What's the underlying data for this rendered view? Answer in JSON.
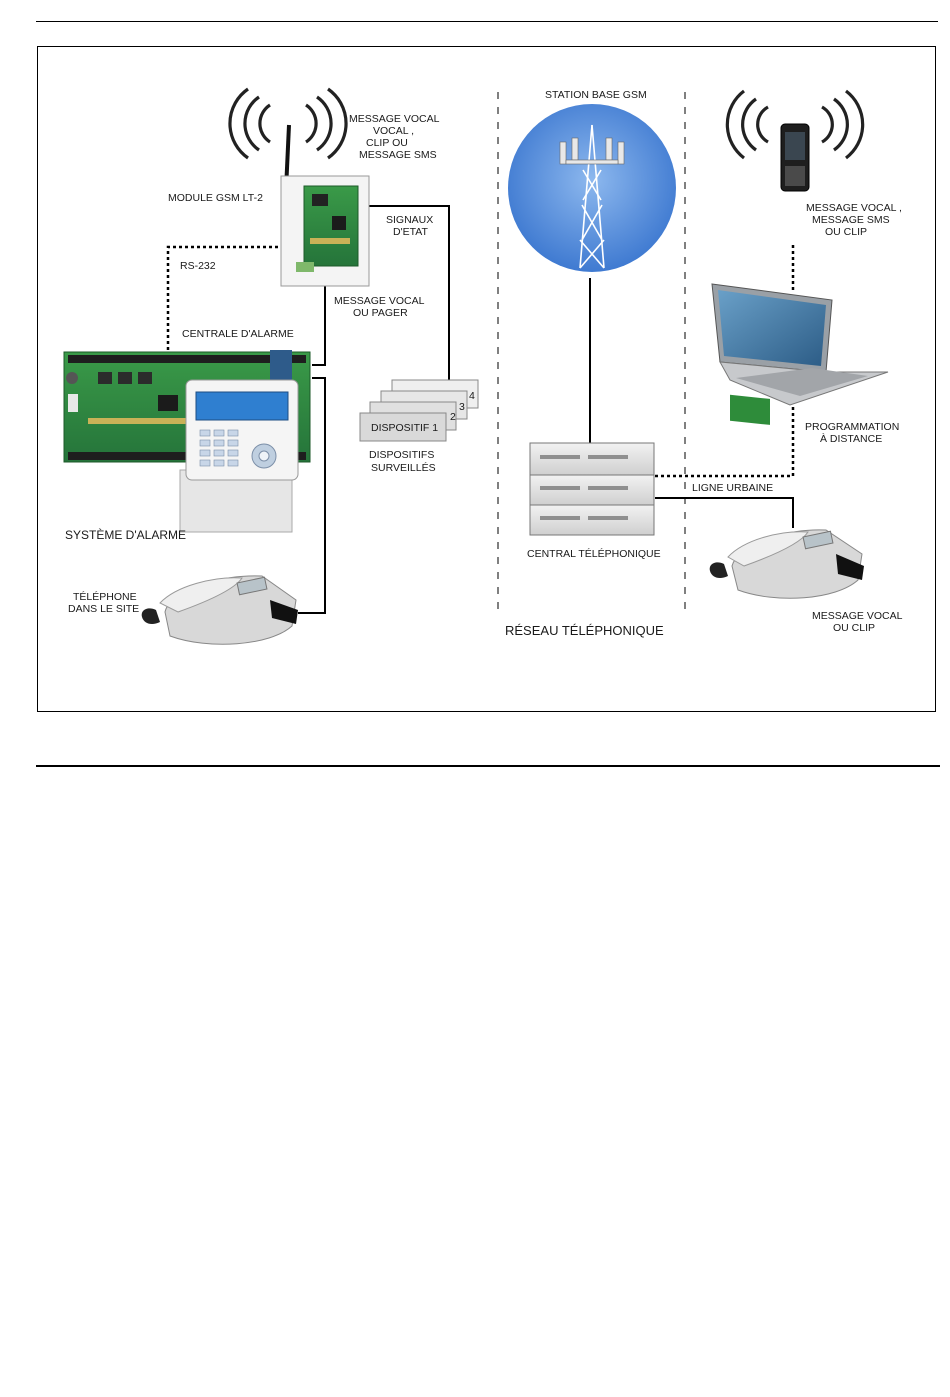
{
  "labels": {
    "msg_vocal_top_1": "MESSAGE VOCAL",
    "msg_vocal_top_2": "VOCAL ,",
    "msg_vocal_top_3": "CLIP   OU",
    "msg_vocal_top_4": "MESSAGE SMS",
    "module_gsm": "MODULE GSM LT-2",
    "signaux_1": "SIGNAUX",
    "signaux_2": "D'ETAT",
    "rs232": "RS-232",
    "msg_pager_1": "MESSAGE VOCAL",
    "msg_pager_2": "OU PAGER",
    "centrale": "CENTRALE D'ALARME",
    "dispositif_1": "DISPOSITIF 1",
    "disp_num_2": "2",
    "disp_num_3": "3",
    "disp_num_4": "4",
    "dispositifs_1": "DISPOSITIFS",
    "dispositifs_2": "SURVEILLÉS",
    "systeme": "SYSTÈME D'ALARME",
    "telephone_site_1": "TÉLÉPHONE",
    "telephone_site_2": "DANS LE SITE",
    "station_gsm": "STATION BASE GSM",
    "central_tel": "CENTRAL TÉLÉPHONIQUE",
    "reseau": "RÉSEAU TÉLÉPHONIQUE",
    "mobile_msg_1": "MESSAGE VOCAL ,",
    "mobile_msg_2": "MESSAGE SMS",
    "mobile_msg_3": "OU CLIP",
    "programmation_1": "PROGRAMMATION",
    "programmation_2": "À DISTANCE",
    "ligne_urbaine": "LIGNE URBAINE",
    "phone_msg_1": "MESSAGE VOCAL",
    "phone_msg_2": "OU  CLIP"
  },
  "icons": {
    "antenna_waves": "radio-waves-icon",
    "gsm_module": "gsm-module-icon",
    "alarm_panel": "alarm-panel-icon",
    "keypad": "keypad-icon",
    "desk_phone": "desk-phone-icon",
    "base_station": "cell-tower-icon",
    "pbx": "pbx-rack-icon",
    "mobile_phone": "mobile-phone-icon",
    "laptop": "laptop-icon"
  },
  "colors": {
    "circuit_board": "#2f8a3c",
    "sky": "#4c86d6",
    "line": "#000000"
  }
}
